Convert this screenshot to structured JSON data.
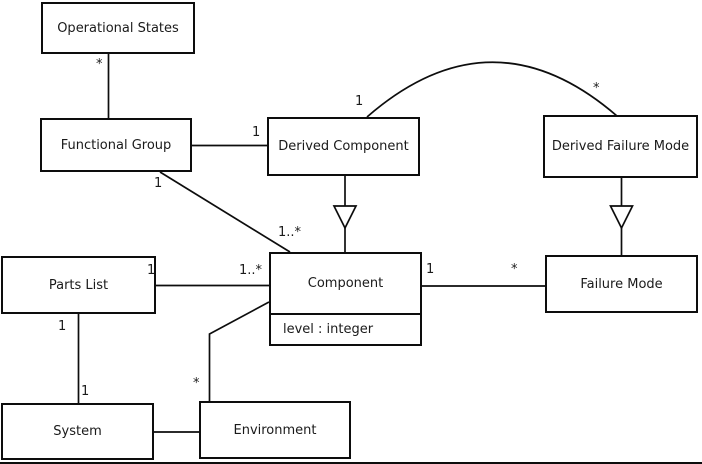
{
  "diagram_type": "uml-class-diagram",
  "colors": {
    "background": "#ffffff",
    "line": "#0d0d0d",
    "text": "#1a1a1a"
  },
  "classes": [
    {
      "name": "Operational States"
    },
    {
      "name": "Functional Group"
    },
    {
      "name": "Derived Component"
    },
    {
      "name": "Derived Failure Mode"
    },
    {
      "name": "Parts List"
    },
    {
      "name": "Component",
      "attributes": [
        "level : integer"
      ]
    },
    {
      "name": "Failure Mode"
    },
    {
      "name": "System"
    },
    {
      "name": "Environment"
    }
  ],
  "relationships": [
    {
      "type": "association",
      "from": "Functional Group",
      "to": "Operational States",
      "to_multiplicity": "*"
    },
    {
      "type": "association",
      "from": "Functional Group",
      "to": "Derived Component",
      "to_multiplicity": "1"
    },
    {
      "type": "association",
      "from": "Functional Group",
      "to": "Component",
      "from_multiplicity": "1",
      "to_multiplicity": "1..*"
    },
    {
      "type": "association",
      "from": "Derived Component",
      "to": "Derived Failure Mode",
      "from_multiplicity": "1",
      "to_multiplicity": "*"
    },
    {
      "type": "generalization",
      "from": "Derived Component",
      "to": "Component"
    },
    {
      "type": "generalization",
      "from": "Derived Failure Mode",
      "to": "Failure Mode"
    },
    {
      "type": "association",
      "from": "Parts List",
      "to": "Component",
      "from_multiplicity": "1",
      "to_multiplicity": "1..*"
    },
    {
      "type": "association",
      "from": "Parts List",
      "to": "System",
      "from_multiplicity": "1",
      "to_multiplicity": "1"
    },
    {
      "type": "association",
      "from": "Component",
      "to": "Environment",
      "to_multiplicity": "*"
    },
    {
      "type": "association",
      "from": "Component",
      "to": "Failure Mode",
      "from_multiplicity": "1",
      "to_multiplicity": "*"
    },
    {
      "type": "association",
      "from": "System",
      "to": "Environment"
    }
  ]
}
